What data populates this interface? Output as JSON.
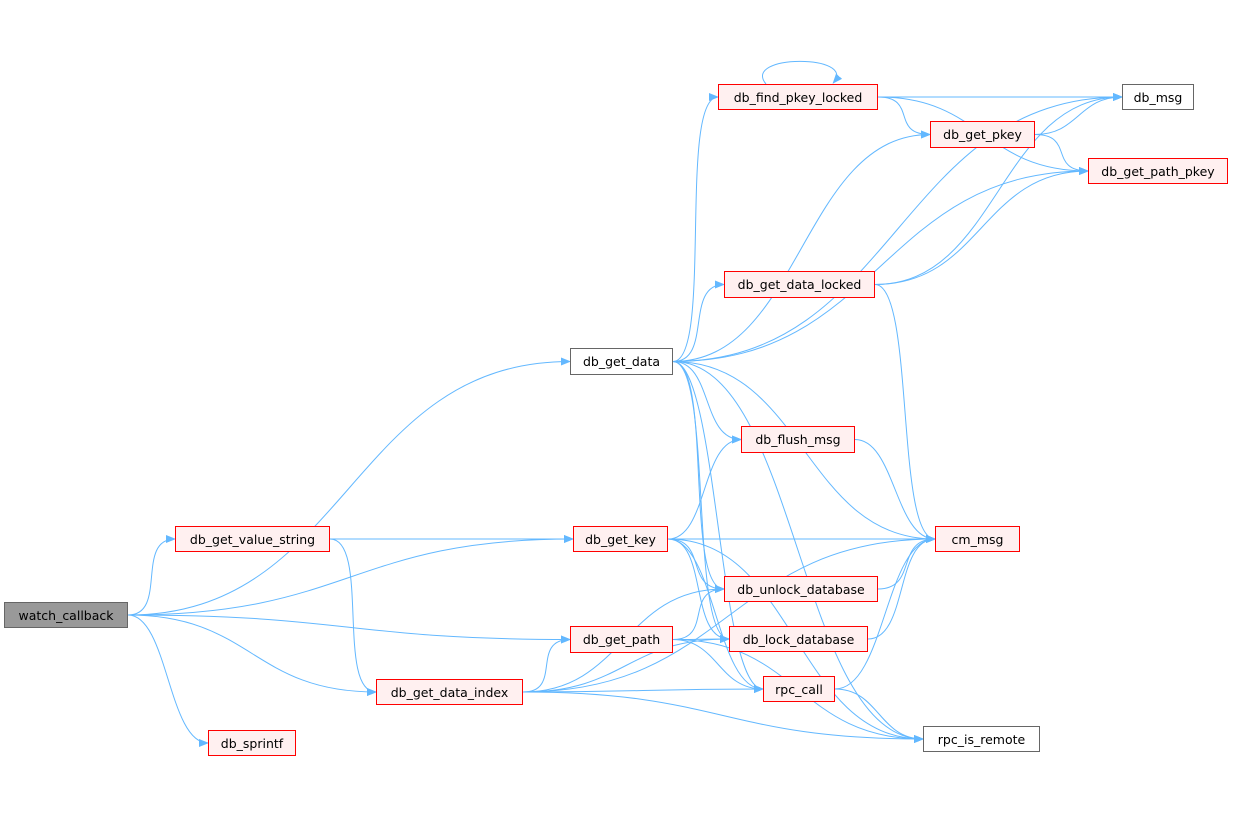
{
  "graph": {
    "nodes": {
      "watch_callback": {
        "label": "watch_callback",
        "style": "root"
      },
      "db_get_data": {
        "label": "db_get_data",
        "style": "plain"
      },
      "db_get_value_string": {
        "label": "db_get_value_string",
        "style": "red"
      },
      "db_sprintf": {
        "label": "db_sprintf",
        "style": "red"
      },
      "db_get_data_index": {
        "label": "db_get_data_index",
        "style": "red"
      },
      "db_get_key": {
        "label": "db_get_key",
        "style": "red"
      },
      "db_get_path": {
        "label": "db_get_path",
        "style": "red"
      },
      "db_find_pkey_locked": {
        "label": "db_find_pkey_locked",
        "style": "red"
      },
      "db_msg": {
        "label": "db_msg",
        "style": "plain"
      },
      "db_get_pkey": {
        "label": "db_get_pkey",
        "style": "red"
      },
      "db_get_path_pkey": {
        "label": "db_get_path_pkey",
        "style": "red"
      },
      "db_get_data_locked": {
        "label": "db_get_data_locked",
        "style": "red"
      },
      "db_flush_msg": {
        "label": "db_flush_msg",
        "style": "red"
      },
      "cm_msg": {
        "label": "cm_msg",
        "style": "red"
      },
      "db_unlock_database": {
        "label": "db_unlock_database",
        "style": "red"
      },
      "db_lock_database": {
        "label": "db_lock_database",
        "style": "red"
      },
      "rpc_call": {
        "label": "rpc_call",
        "style": "red"
      },
      "rpc_is_remote": {
        "label": "rpc_is_remote",
        "style": "plain"
      }
    },
    "edges": [
      [
        "watch_callback",
        "db_get_data"
      ],
      [
        "watch_callback",
        "db_get_value_string"
      ],
      [
        "watch_callback",
        "db_get_key"
      ],
      [
        "watch_callback",
        "db_get_path"
      ],
      [
        "watch_callback",
        "db_get_data_index"
      ],
      [
        "watch_callback",
        "db_sprintf"
      ],
      [
        "db_get_value_string",
        "db_get_key"
      ],
      [
        "db_get_value_string",
        "cm_msg"
      ],
      [
        "db_get_value_string",
        "db_get_data_index"
      ],
      [
        "db_get_data",
        "db_find_pkey_locked"
      ],
      [
        "db_get_data",
        "db_msg"
      ],
      [
        "db_get_data",
        "db_get_pkey"
      ],
      [
        "db_get_data",
        "db_get_path_pkey"
      ],
      [
        "db_get_data",
        "db_get_data_locked"
      ],
      [
        "db_get_data",
        "db_flush_msg"
      ],
      [
        "db_get_data",
        "cm_msg"
      ],
      [
        "db_get_data",
        "db_unlock_database"
      ],
      [
        "db_get_data",
        "db_lock_database"
      ],
      [
        "db_get_data",
        "rpc_call"
      ],
      [
        "db_get_data",
        "rpc_is_remote"
      ],
      [
        "db_find_pkey_locked",
        "db_find_pkey_locked"
      ],
      [
        "db_find_pkey_locked",
        "db_msg"
      ],
      [
        "db_find_pkey_locked",
        "db_get_pkey"
      ],
      [
        "db_find_pkey_locked",
        "db_get_path_pkey"
      ],
      [
        "db_get_pkey",
        "db_msg"
      ],
      [
        "db_get_pkey",
        "db_get_path_pkey"
      ],
      [
        "db_get_data_locked",
        "db_msg"
      ],
      [
        "db_get_data_locked",
        "db_get_path_pkey"
      ],
      [
        "db_get_data_locked",
        "cm_msg"
      ],
      [
        "db_flush_msg",
        "cm_msg"
      ],
      [
        "db_get_key",
        "db_flush_msg"
      ],
      [
        "db_get_key",
        "cm_msg"
      ],
      [
        "db_get_key",
        "db_unlock_database"
      ],
      [
        "db_get_key",
        "db_lock_database"
      ],
      [
        "db_get_key",
        "rpc_call"
      ],
      [
        "db_get_key",
        "rpc_is_remote"
      ],
      [
        "db_unlock_database",
        "cm_msg"
      ],
      [
        "db_lock_database",
        "cm_msg"
      ],
      [
        "rpc_call",
        "cm_msg"
      ],
      [
        "rpc_call",
        "rpc_is_remote"
      ],
      [
        "db_get_path",
        "db_unlock_database"
      ],
      [
        "db_get_path",
        "db_lock_database"
      ],
      [
        "db_get_path",
        "rpc_call"
      ],
      [
        "db_get_path",
        "rpc_is_remote"
      ],
      [
        "db_get_data_index",
        "db_get_path"
      ],
      [
        "db_get_data_index",
        "db_unlock_database"
      ],
      [
        "db_get_data_index",
        "db_lock_database"
      ],
      [
        "db_get_data_index",
        "rpc_call"
      ],
      [
        "db_get_data_index",
        "cm_msg"
      ],
      [
        "db_get_data_index",
        "rpc_is_remote"
      ]
    ],
    "colors": {
      "edge": "#63b8ff",
      "red_border": "#ff0000",
      "red_fill": "#fff0f0",
      "root_fill": "#999999"
    }
  }
}
